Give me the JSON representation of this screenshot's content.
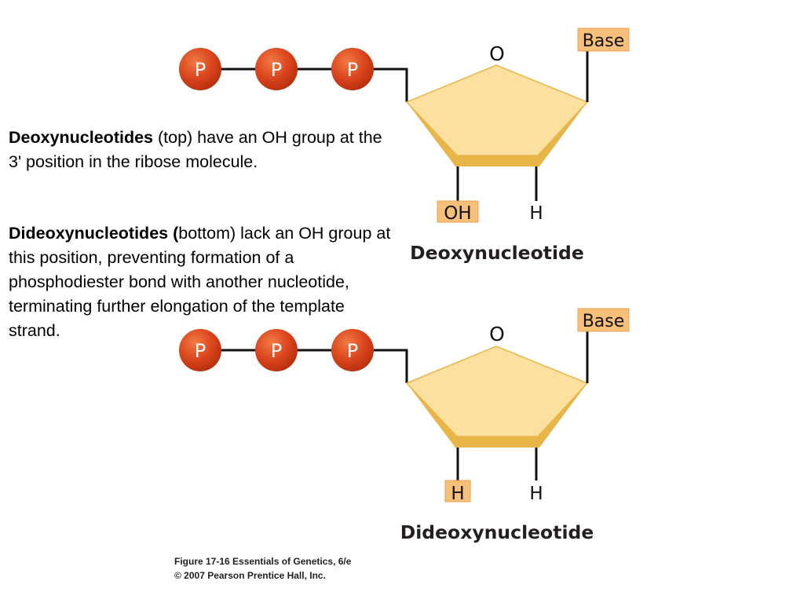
{
  "colors": {
    "phosphate": "#d9441c",
    "phosphate_highlight": "#f08050",
    "sugar_fill": "#fbe0a0",
    "sugar_edge": "#e8b548",
    "label_box": "#f7c07a",
    "line": "#111111"
  },
  "labels": {
    "phosphate": "P",
    "ring_oxygen": "O",
    "base": "Base",
    "hydroxyl": "OH",
    "hydrogen": "H"
  },
  "deoxy": {
    "title": "Deoxynucleotide"
  },
  "dideoxy": {
    "title": "Dideoxynucleotide"
  },
  "text": {
    "p1_bold": "Deoxynucleotides",
    "p1_rest": " (top) have an OH group at the 3' position in the ribose molecule.",
    "p2_bold": "Dideoxynucleotides (",
    "p2_rest": "bottom) lack an OH group at this position, preventing formation of a phosphodiester bond with another nucleotide, terminating further elongation of the template strand."
  },
  "credit": {
    "line1": "Figure 17-16  Essentials of Genetics, 6/e",
    "line2": "© 2007 Pearson Prentice Hall, Inc."
  }
}
